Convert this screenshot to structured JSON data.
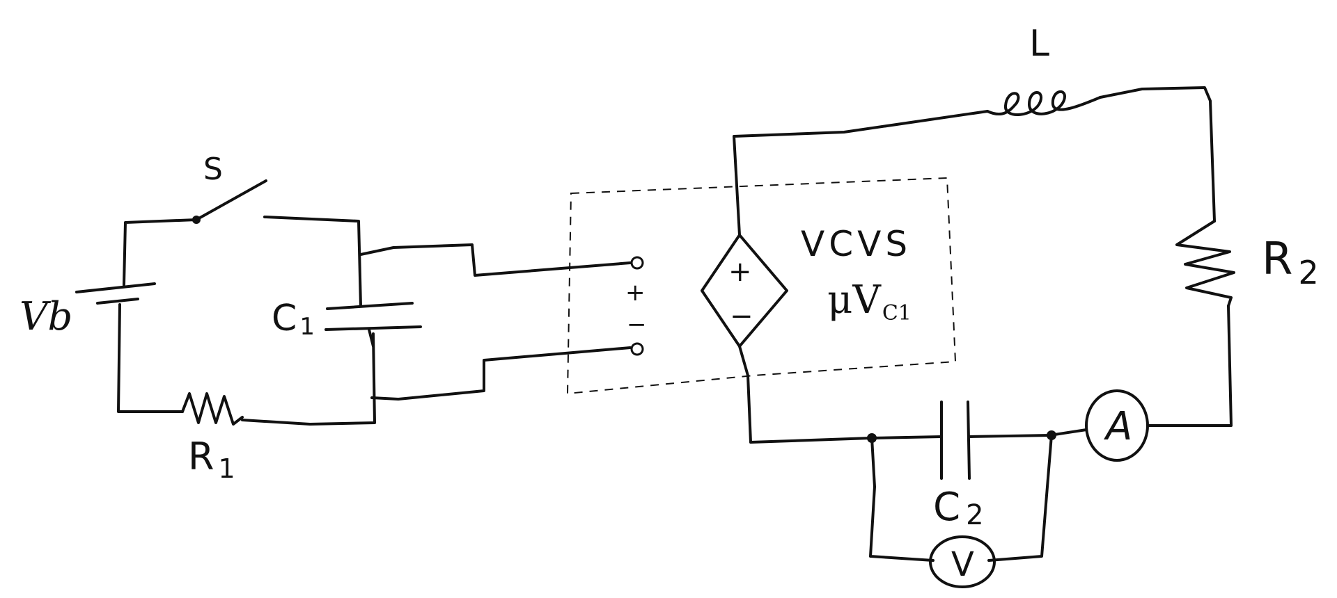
{
  "labels": {
    "switch": "S",
    "source": "Vb",
    "resistor1": "R",
    "resistor1_sub": "1",
    "capacitor1": "C",
    "capacitor1_sub": "1",
    "port_plus": "+",
    "port_minus": "−",
    "dep_plus": "+",
    "dep_minus": "−",
    "vcvs_name": "VCVS",
    "vcvs_gain": "μV",
    "vcvs_gain_sub": "C1",
    "inductor": "L",
    "resistor2": "R",
    "resistor2_sub": "2",
    "capacitor2": "C",
    "capacitor2_sub": "2",
    "ammeter": "A",
    "voltmeter": "V"
  }
}
